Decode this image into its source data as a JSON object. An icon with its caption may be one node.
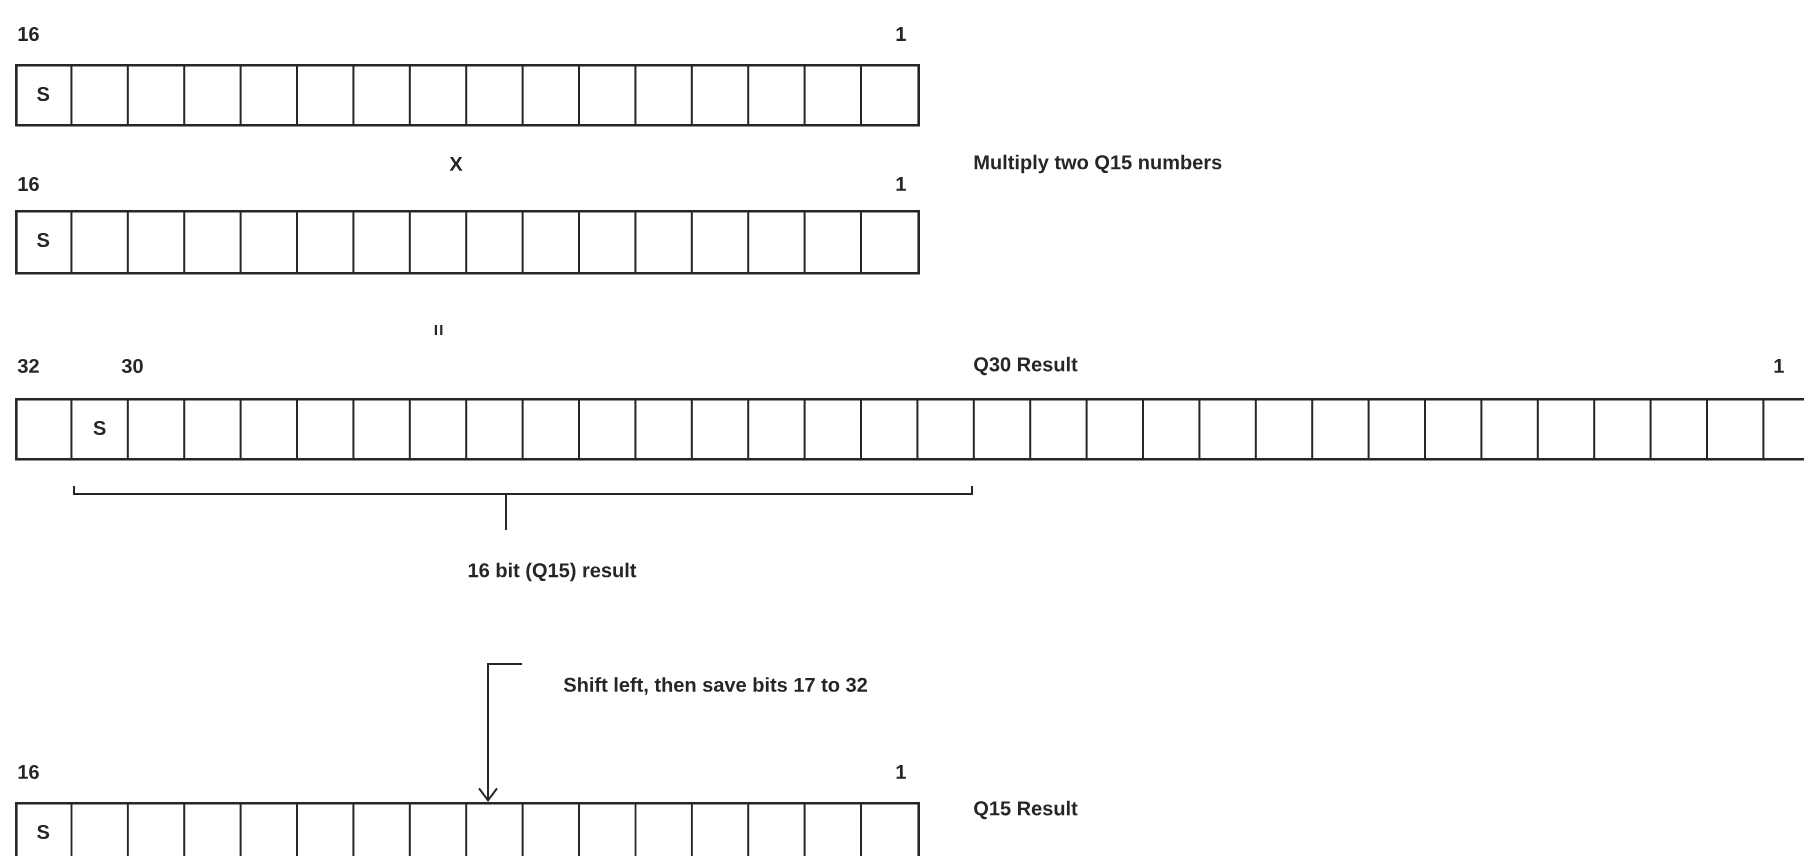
{
  "diagram": {
    "nodes": [
      {
        "text": [
          "S"
        ],
        "beside": [
          "16",
          "1"
        ]
      },
      {
        "text": [
          "S"
        ],
        "beside": [
          "16",
          "1"
        ]
      },
      {
        "text": [
          "S"
        ],
        "beside": [
          "32",
          "30",
          "Q30 Result",
          "1"
        ]
      },
      {
        "text": [
          "S"
        ],
        "beside": [
          "16",
          "1",
          "Q15 Result"
        ]
      }
    ],
    "edges": [
      {
        "from": null,
        "to": 3,
        "arrow": "to",
        "label": "Shift left, then save bits 17 to 32"
      }
    ],
    "labels": [
      "X",
      "Multiply two Q15 numbers",
      "=",
      "16 bit (Q15) result"
    ]
  }
}
